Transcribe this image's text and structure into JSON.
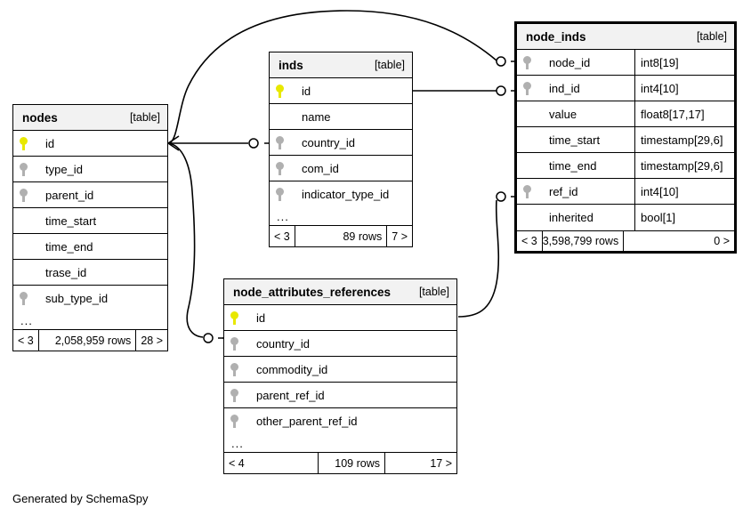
{
  "diagram": {
    "credit": "Generated by SchemaSpy",
    "table_tag": "[table]",
    "ellipsis": "...",
    "colors": {
      "primary_key": "#e8e800",
      "foreign_key": "#b0b0b0",
      "header_bg": "#f2f2f2",
      "border": "#000000",
      "background": "#ffffff"
    }
  },
  "tables": {
    "nodes": {
      "name": "nodes",
      "tag": "[table]",
      "columns": [
        {
          "key": "pk",
          "name": "id",
          "type": ""
        },
        {
          "key": "fk",
          "name": "type_id",
          "type": ""
        },
        {
          "key": "fk",
          "name": "parent_id",
          "type": ""
        },
        {
          "key": "none",
          "name": "time_start",
          "type": ""
        },
        {
          "key": "none",
          "name": "time_end",
          "type": ""
        },
        {
          "key": "none",
          "name": "trase_id",
          "type": ""
        },
        {
          "key": "fk",
          "name": "sub_type_id",
          "type": ""
        }
      ],
      "footer": {
        "prev": "< 3",
        "rows": "2,058,959 rows",
        "next": "28 >"
      }
    },
    "inds": {
      "name": "inds",
      "tag": "[table]",
      "columns": [
        {
          "key": "pk",
          "name": "id",
          "type": ""
        },
        {
          "key": "none",
          "name": "name",
          "type": ""
        },
        {
          "key": "fk",
          "name": "country_id",
          "type": ""
        },
        {
          "key": "fk",
          "name": "com_id",
          "type": ""
        },
        {
          "key": "fk",
          "name": "indicator_type_id",
          "type": ""
        }
      ],
      "footer": {
        "prev": "< 3",
        "rows": "89 rows",
        "next": "7 >"
      }
    },
    "node_inds": {
      "name": "node_inds",
      "tag": "[table]",
      "columns": [
        {
          "key": "fk",
          "name": "node_id",
          "type": "int8[19]"
        },
        {
          "key": "fk",
          "name": "ind_id",
          "type": "int4[10]"
        },
        {
          "key": "none",
          "name": "value",
          "type": "float8[17,17]"
        },
        {
          "key": "none",
          "name": "time_start",
          "type": "timestamp[29,6]"
        },
        {
          "key": "none",
          "name": "time_end",
          "type": "timestamp[29,6]"
        },
        {
          "key": "fk",
          "name": "ref_id",
          "type": "int4[10]"
        },
        {
          "key": "none",
          "name": "inherited",
          "type": "bool[1]"
        }
      ],
      "footer": {
        "prev": "< 3",
        "rows": "3,598,799 rows",
        "next": "0 >"
      }
    },
    "node_attributes_references": {
      "name": "node_attributes_references",
      "tag": "[table]",
      "columns": [
        {
          "key": "pk",
          "name": "id",
          "type": ""
        },
        {
          "key": "fk",
          "name": "country_id",
          "type": ""
        },
        {
          "key": "fk",
          "name": "commodity_id",
          "type": ""
        },
        {
          "key": "fk",
          "name": "parent_ref_id",
          "type": ""
        },
        {
          "key": "fk",
          "name": "other_parent_ref_id",
          "type": ""
        }
      ],
      "footer": {
        "prev": "< 4",
        "rows": "109 rows",
        "next": "17 >"
      }
    }
  },
  "relationships": [
    {
      "from": "nodes.id",
      "to": "inds.country_id"
    },
    {
      "from": "nodes.id",
      "to": "node_inds.node_id"
    },
    {
      "from": "nodes.id",
      "to": "node_attributes_references.country_id"
    },
    {
      "from": "inds.id",
      "to": "node_inds.ind_id"
    },
    {
      "from": "node_attributes_references.id",
      "to": "node_inds.ref_id"
    }
  ]
}
